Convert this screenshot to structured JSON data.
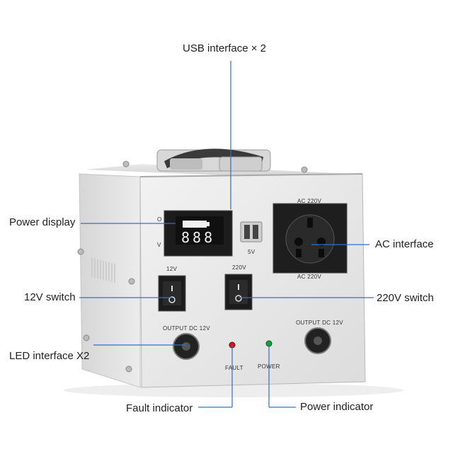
{
  "callouts": {
    "usb": "USB interface × 2",
    "power_display": "Power display",
    "ac_interface": "AC interface",
    "switch_12v": "12V switch",
    "switch_220v": "220V switch",
    "led_interface": "LED interface X2",
    "fault_indicator": "Fault indicator",
    "power_indicator": "Power indicator"
  },
  "panel": {
    "display_o": "O",
    "display_v": "V",
    "display_digits": "888",
    "usb_5v": "5V",
    "ac_top": "AC 220V",
    "ac_bottom": "AC 220V",
    "label_12v": "12V",
    "label_220v": "220V",
    "output_left": "OUTPUT DC 12V",
    "output_right": "OUTPUT DC 12V",
    "fault": "FAULT",
    "power": "POWER"
  },
  "colors": {
    "leader_line": "#2f6fd0",
    "fault_led": "#d01818",
    "power_led": "#18a030"
  }
}
